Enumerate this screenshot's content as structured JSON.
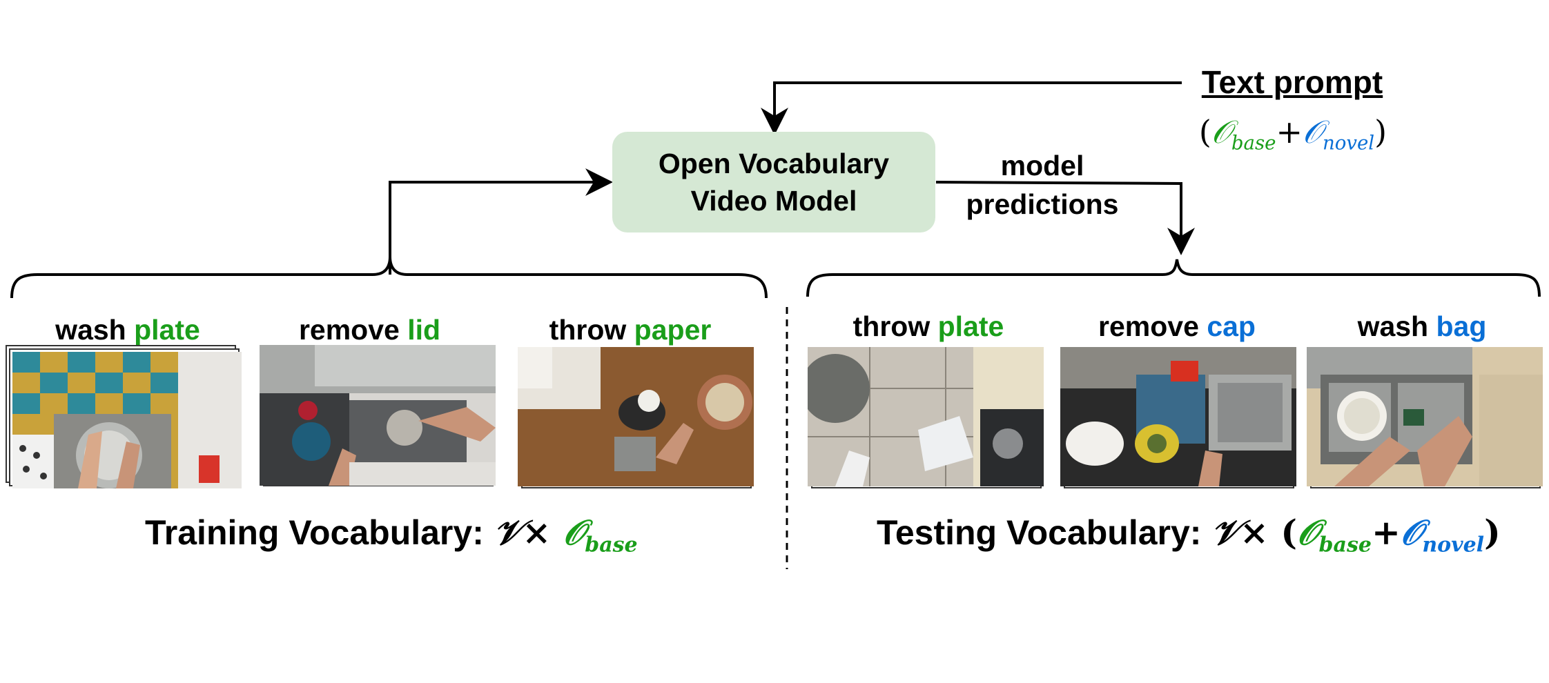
{
  "model_box": {
    "line1": "Open Vocabulary",
    "line2": "Video Model"
  },
  "text_prompt": {
    "title": "Text prompt",
    "open": "(",
    "base_symbol": "𝒪",
    "base_sub": "base",
    "plus": "+",
    "novel_symbol": "𝒪",
    "novel_sub": "novel",
    "close": ")"
  },
  "model_predictions": {
    "line1": "model",
    "line2": "predictions"
  },
  "training": {
    "label": "Training Vocabulary:",
    "verb_symbol": "𝒱",
    "times": "×",
    "base_symbol": "𝒪",
    "base_sub": "base",
    "clips": [
      {
        "verb": "wash",
        "object": "plate",
        "object_color": "#1a9e1a"
      },
      {
        "verb": "remove",
        "object": "lid",
        "object_color": "#1a9e1a"
      },
      {
        "verb": "throw",
        "object": "paper",
        "object_color": "#1a9e1a"
      }
    ]
  },
  "testing": {
    "label": "Testing Vocabulary:",
    "verb_symbol": "𝒱",
    "times": "×",
    "open": "(",
    "base_symbol": "𝒪",
    "base_sub": "base",
    "plus": "+",
    "novel_symbol": "𝒪",
    "novel_sub": "novel",
    "close": ")",
    "clips": [
      {
        "verb": "throw",
        "object": "plate",
        "object_color": "#1a9e1a"
      },
      {
        "verb": "remove",
        "object": "cap",
        "object_color": "#0a6fd6"
      },
      {
        "verb": "wash",
        "object": "bag",
        "object_color": "#0a6fd6"
      }
    ]
  },
  "colors": {
    "base": "#1a9e1a",
    "novel": "#0a6fd6",
    "model_box": "#d5e8d4"
  }
}
